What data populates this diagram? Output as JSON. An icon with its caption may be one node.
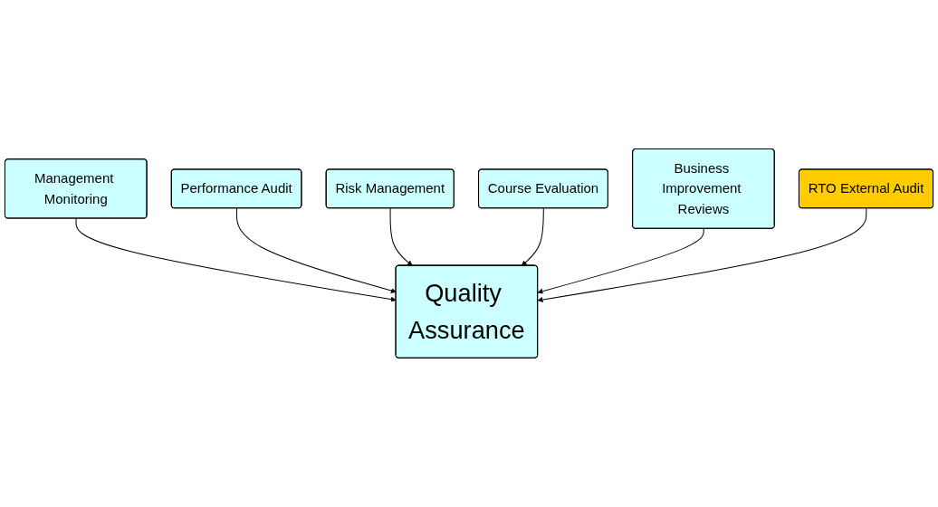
{
  "diagram": {
    "nodes": [
      {
        "text": [
          "Management Monitoring"
        ]
      },
      {
        "text": [
          "Performance Audit"
        ]
      },
      {
        "text": [
          "Risk Management"
        ]
      },
      {
        "text": [
          "Course Evaluation"
        ]
      },
      {
        "text": [
          "Quality Assurance"
        ]
      },
      {
        "text": [
          "Business Improvement Reviews"
        ]
      },
      {
        "text": [
          "RTO External Audit"
        ]
      }
    ],
    "edges": [
      {
        "from": 0,
        "to": 4,
        "arrow": "to"
      },
      {
        "from": 1,
        "to": 4,
        "arrow": "to"
      },
      {
        "from": 2,
        "to": 4,
        "arrow": "to"
      },
      {
        "from": 3,
        "to": 4,
        "arrow": "to"
      },
      {
        "from": 5,
        "to": 4,
        "arrow": "to"
      },
      {
        "from": 6,
        "to": 4,
        "arrow": "to"
      }
    ]
  }
}
